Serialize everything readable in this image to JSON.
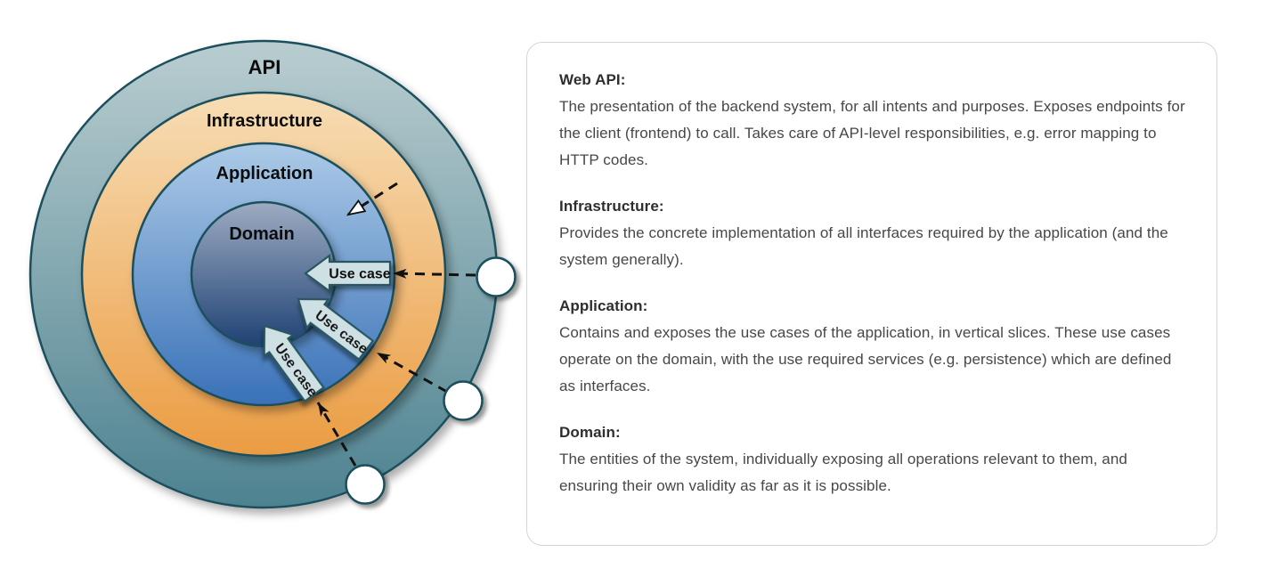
{
  "diagram": {
    "type": "onion-architecture",
    "rings": [
      {
        "label": "API",
        "colors": {
          "top": "#b9cdd0",
          "bottom": "#4d8290"
        }
      },
      {
        "label": "Infrastructure",
        "colors": {
          "top": "#f7ddb5",
          "bottom": "#eb9c42"
        }
      },
      {
        "label": "Application",
        "colors": {
          "top": "#accae7",
          "bottom": "#3971b8"
        }
      },
      {
        "label": "Domain",
        "colors": {
          "top": "#9dabc2",
          "bottom": "#1f4274"
        }
      }
    ],
    "ring_stroke": "#1d505d",
    "use_case_arrows": [
      {
        "label": "Use case"
      },
      {
        "label": "Use case"
      },
      {
        "label": "Use case"
      }
    ],
    "use_case_style": {
      "fill": "#cfe0e4",
      "stroke": "#27565e"
    },
    "connector_color": "#111111"
  },
  "panel": {
    "border_color": "#d5d5d5",
    "sections": [
      {
        "heading": "Web API:",
        "body": "The presentation of the backend system, for all intents and purposes. Exposes endpoints for the client (frontend) to call. Takes care of API-level responsibilities, e.g. error mapping to HTTP codes."
      },
      {
        "heading": "Infrastructure:",
        "body": "Provides the concrete implementation of all interfaces required by the application (and the system generally)."
      },
      {
        "heading": "Application:",
        "body": "Contains and exposes the use cases of the application, in vertical slices. These use cases operate on the domain, with the use required services (e.g. persistence) which are defined as interfaces."
      },
      {
        "heading": "Domain:",
        "body": "The entities of the system, individually exposing all operations relevant to them, and ensuring their own validity as far as it is possible."
      }
    ]
  }
}
